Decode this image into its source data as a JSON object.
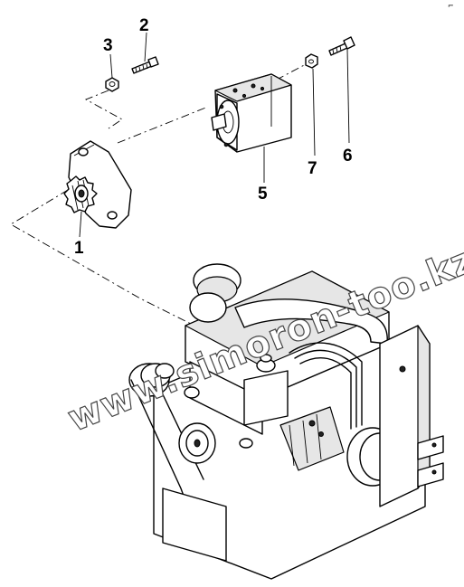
{
  "diagram": {
    "corner_mark": "⌐",
    "watermark": "www.simoron-too.kz",
    "callouts": {
      "part_1": "1",
      "part_2": "2",
      "part_3": "3",
      "part_5": "5",
      "part_6": "6",
      "part_7": "7"
    }
  }
}
